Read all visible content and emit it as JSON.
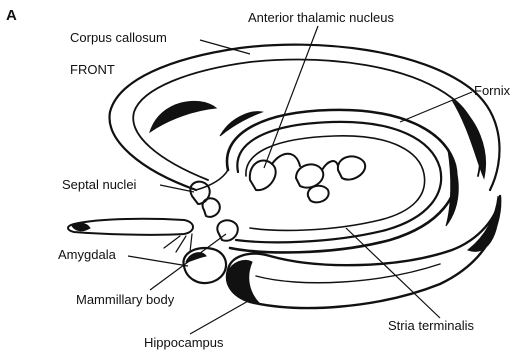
{
  "panel_letter": "A",
  "orientation": "FRONT",
  "labels": {
    "corpus_callosum": "Corpus callosum",
    "anterior_thalamic_nucleus": "Anterior thalamic nucleus",
    "fornix": "Fornix",
    "septal_nuclei": "Septal nuclei",
    "amygdala": "Amygdala",
    "mammillary_body": "Mammillary body",
    "hippocampus": "Hippocampus",
    "stria_terminalis": "Stria terminalis"
  }
}
